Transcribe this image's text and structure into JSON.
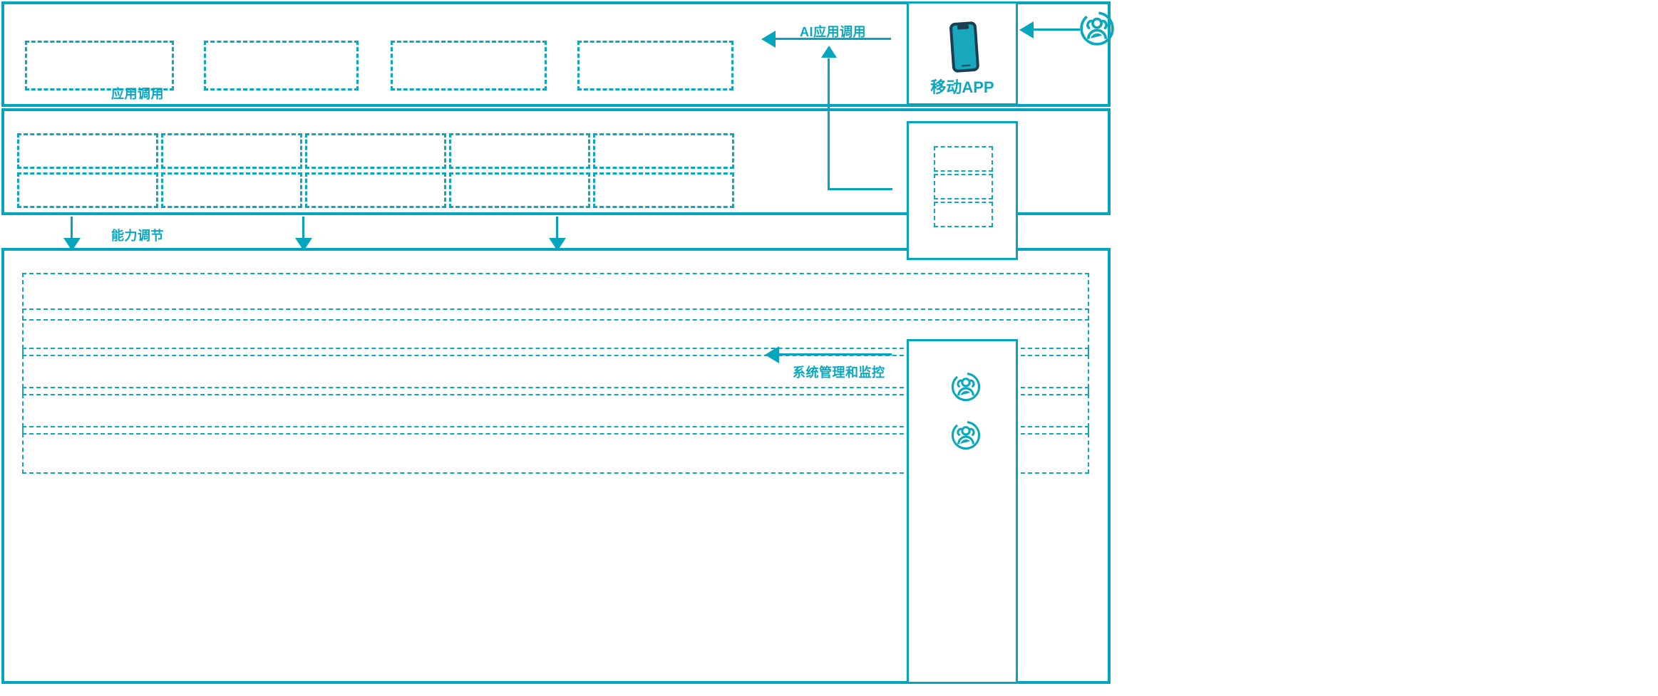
{
  "theme": {
    "accent": "#05a5bd",
    "accent_light": "#0aa7bd",
    "phone_body": "#17a8bd",
    "phone_outline": "#1d3d52",
    "background": "#ffffff"
  },
  "diagram": {
    "type": "layered-architecture",
    "orientation": "left-stack-with-right-actors",
    "layers": [
      {
        "id": "application-layer",
        "name": "application-layer",
        "slot_count": 4,
        "slot_rows": 1,
        "slots": [
          {
            "label": ""
          },
          {
            "label": ""
          },
          {
            "label": ""
          },
          {
            "label": ""
          }
        ]
      },
      {
        "id": "capability-layer",
        "name": "capability-layer",
        "slot_count": 10,
        "slot_rows": 2,
        "slot_columns": 5,
        "slots": [
          {
            "label": ""
          },
          {
            "label": ""
          },
          {
            "label": ""
          },
          {
            "label": ""
          },
          {
            "label": ""
          },
          {
            "label": ""
          },
          {
            "label": ""
          },
          {
            "label": ""
          },
          {
            "label": ""
          },
          {
            "label": ""
          }
        ]
      },
      {
        "id": "platform-layer",
        "name": "platform-layer",
        "slot_count": 5,
        "slot_rows": 5,
        "slots": [
          {
            "label": ""
          },
          {
            "label": ""
          },
          {
            "label": ""
          },
          {
            "label": ""
          },
          {
            "label": ""
          }
        ]
      }
    ],
    "flows": [
      {
        "id": "app-invoke",
        "label": "应用调用",
        "direction": "down",
        "arrow_count": 2
      },
      {
        "id": "cap-invoke",
        "label": "能力调节",
        "direction": "down",
        "arrow_count": 3
      },
      {
        "id": "ai-app-invoke",
        "label": "AI应用调用",
        "direction": "left",
        "arrow_count": 1
      },
      {
        "id": "sys-monitor",
        "label": "系统管理和监控",
        "direction": "left",
        "arrow_count": 1
      }
    ],
    "actors": [
      {
        "id": "mobile-app",
        "caption": "移动APP",
        "icon": "smartphone-icon",
        "has_caption": true
      },
      {
        "id": "channel-panel",
        "caption": "",
        "icon": "",
        "has_caption": false,
        "slot_count": 3,
        "slots": [
          {
            "label": ""
          },
          {
            "label": ""
          },
          {
            "label": ""
          }
        ]
      },
      {
        "id": "admin-panel",
        "caption": "",
        "icon": "users-group-icon",
        "has_caption": false,
        "icon_count": 2
      },
      {
        "id": "end-user",
        "caption": "",
        "icon": "users-group-icon",
        "has_caption": false,
        "icon_count": 1
      }
    ]
  }
}
